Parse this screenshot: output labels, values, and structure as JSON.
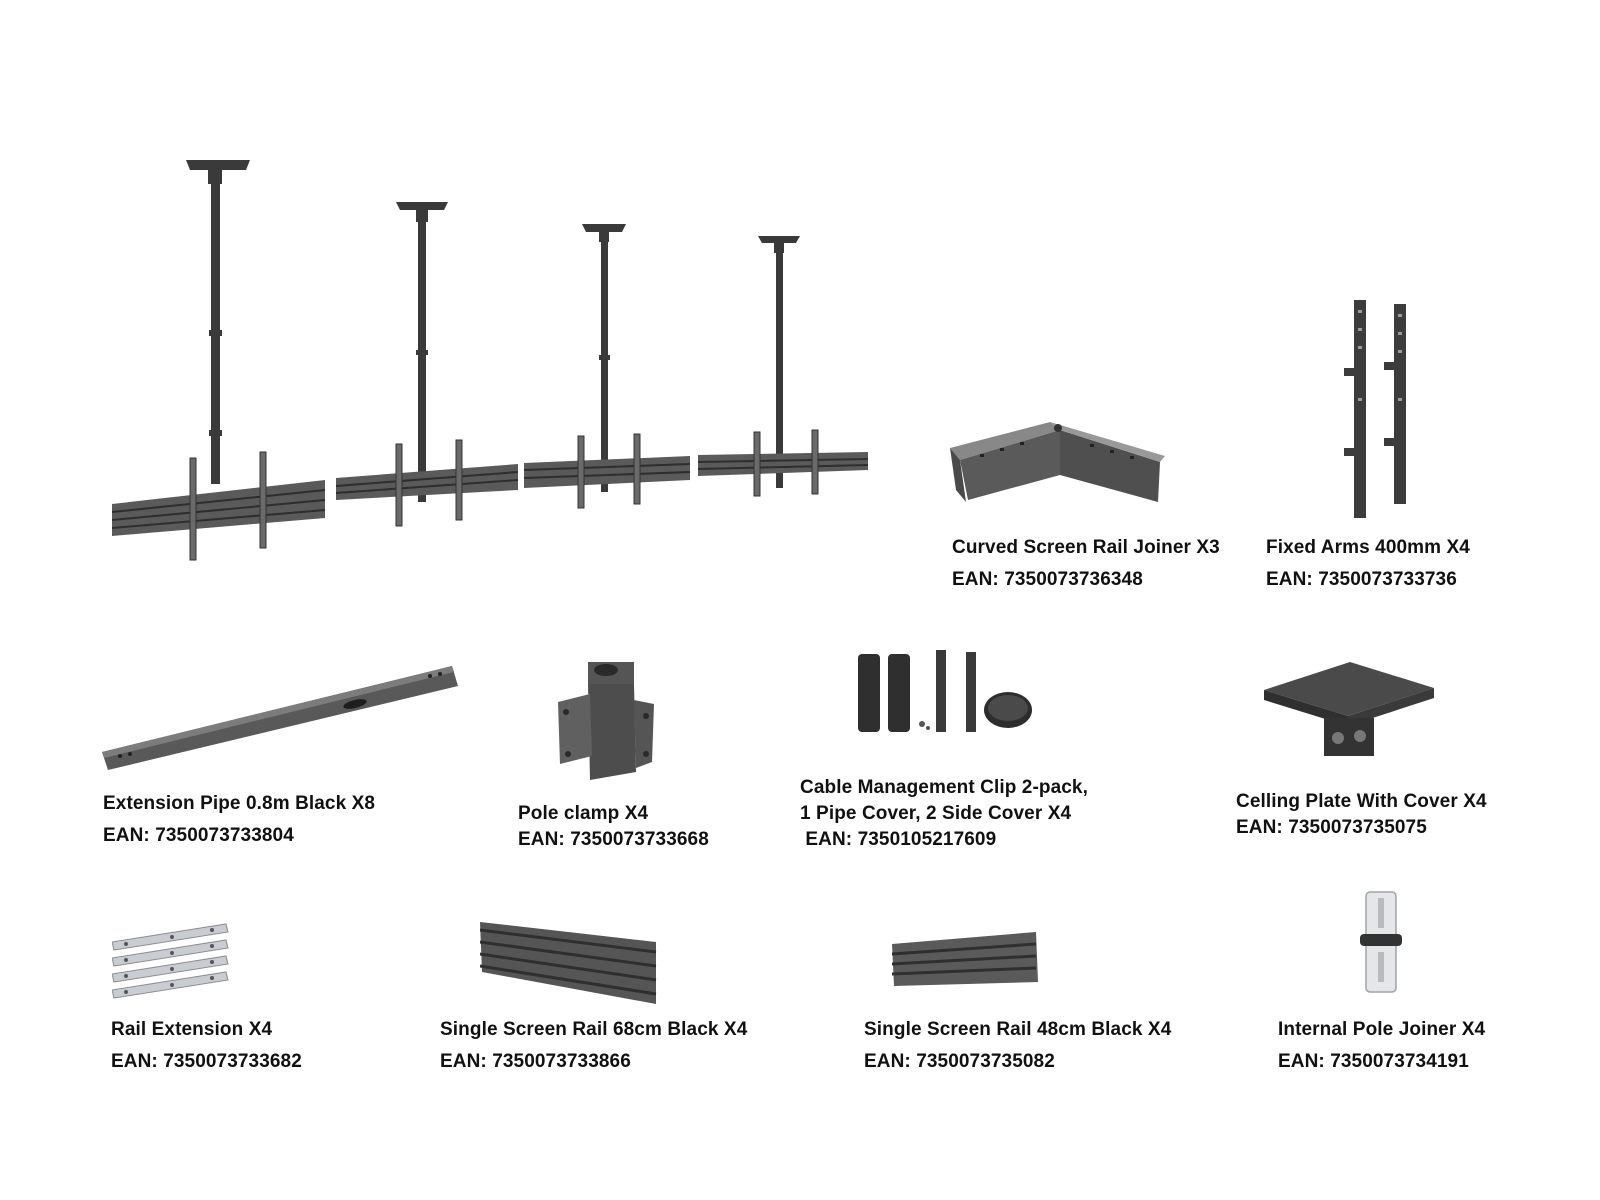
{
  "colors": {
    "metal_dark": "#3a3a3a",
    "metal_mid": "#5c5c5c",
    "metal_light": "#8a8a8a",
    "silver": "#c9ccd0"
  },
  "items": [
    {
      "name": "Curved Screen Rail Joiner X3",
      "ean": "EAN: 7350073736348"
    },
    {
      "name": "Fixed Arms 400mm X4",
      "ean": "EAN: 7350073733736"
    },
    {
      "name": "Extension Pipe 0.8m Black X8",
      "ean": "EAN: 7350073733804"
    },
    {
      "name": "Pole clamp X4",
      "ean": "EAN: 7350073733668"
    },
    {
      "name": "Cable Management Clip 2-pack,",
      "name_line2": "1 Pipe Cover, 2 Side Cover X4",
      "ean": " EAN: 7350105217609"
    },
    {
      "name": "Celling Plate With Cover X4",
      "ean": "EAN: 7350073735075"
    },
    {
      "name": "Rail Extension X4",
      "ean": "EAN: 7350073733682"
    },
    {
      "name": "Single Screen Rail 68cm Black X4",
      "ean": "EAN: 7350073733866"
    },
    {
      "name": "Single Screen Rail 48cm Black X4",
      "ean": "EAN: 7350073735082"
    },
    {
      "name": "Internal Pole Joiner X4",
      "ean": "EAN: 7350073734191"
    }
  ]
}
